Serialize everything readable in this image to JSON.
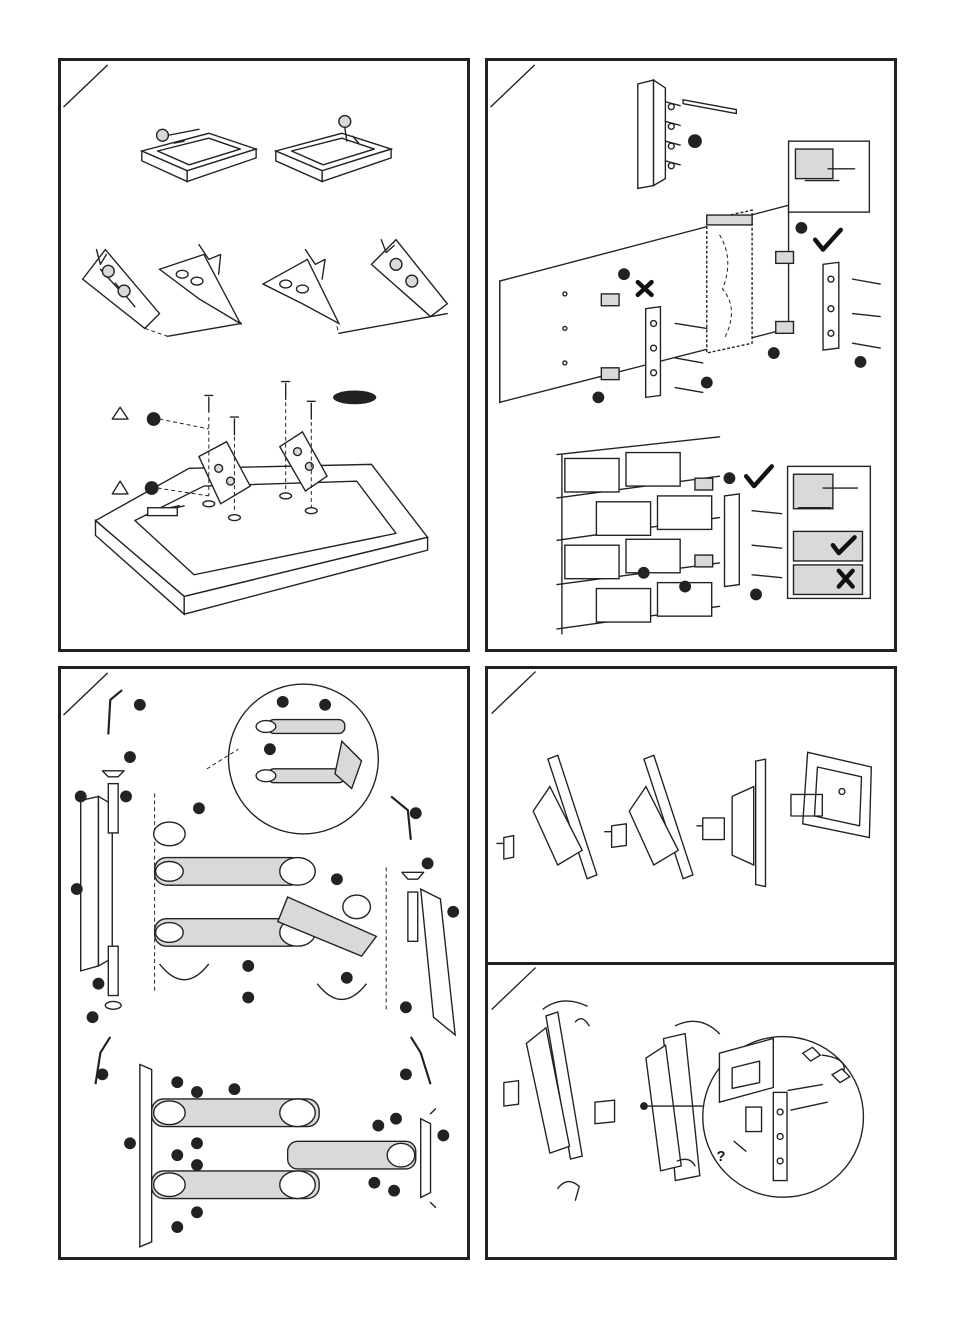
{
  "panels": [
    {
      "id": "tv-stand-removal-and-bracket-attach"
    },
    {
      "id": "wall-plate-mounting"
    },
    {
      "id": "arm-assembly"
    },
    {
      "id": "hang-tv-on-wall-plate"
    },
    {
      "id": "tilt-and-lock-adjustment"
    }
  ],
  "marks": {
    "question_mark": "?"
  },
  "colors": {
    "line": "#222222",
    "fill_gray": "#d9d9d9",
    "background": "#ffffff"
  }
}
